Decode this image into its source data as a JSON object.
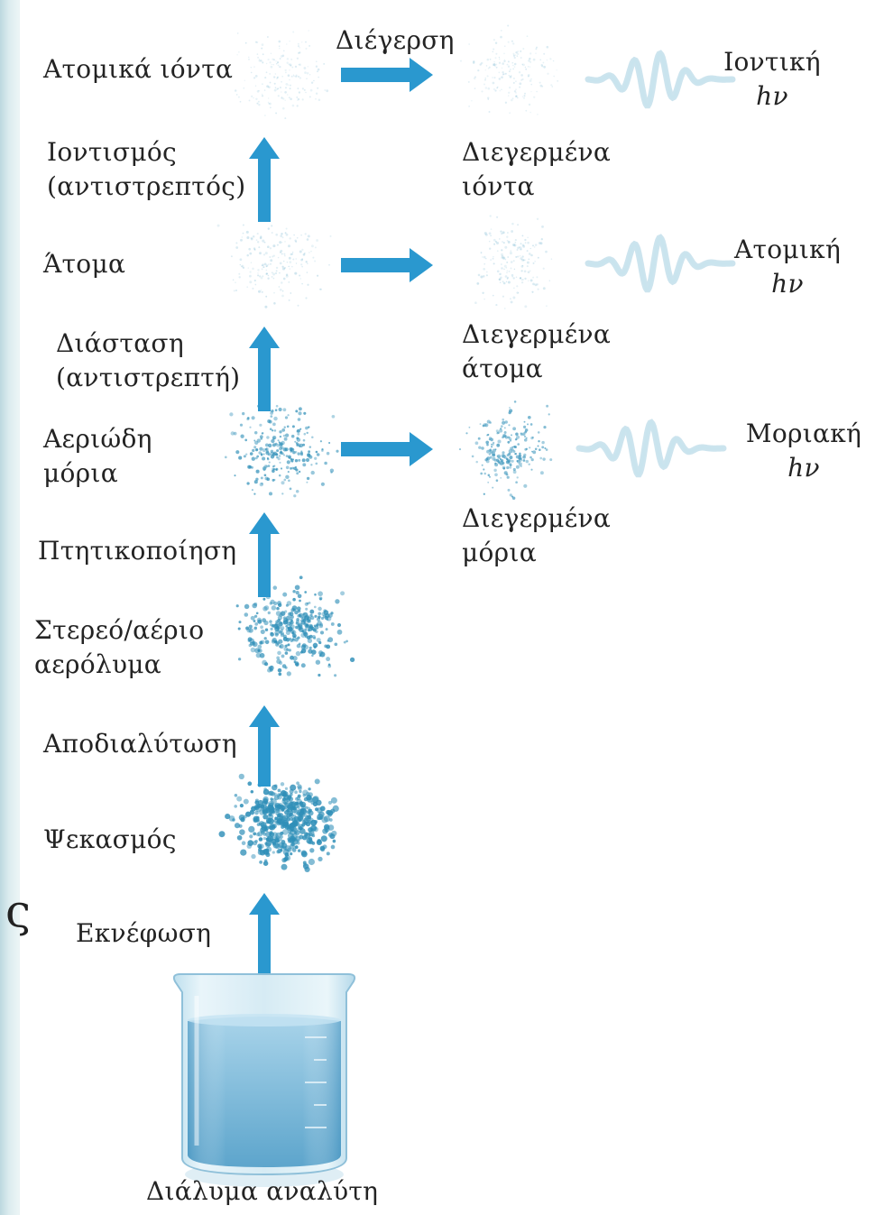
{
  "diagram": {
    "left_column": {
      "atomic_ions": "Ατομικά ιόντα",
      "ionization_line1": "Ιοντισμός",
      "ionization_line2": "(αντιστρεπτός)",
      "atoms": "Άτομα",
      "dissociation_line1": "Διάσταση",
      "dissociation_line2": "(αντιστρεπτή)",
      "gaseous_molecules_line1": "Αεριώδη",
      "gaseous_molecules_line2": "μόρια",
      "volatilization": "Πτητικοποίηση",
      "aerosol_line1": "Στερεό/αέριο",
      "aerosol_line2": "αερόλυμα",
      "desolvation": "Αποδιαλύτωση",
      "spray": "Ψεκασμός",
      "nebulization": "Εκνέφωση",
      "analyte_solution": "Διάλυμα αναλύτη"
    },
    "excitation_label": "Διέγερση",
    "middle_column": {
      "excited_ions_line1": "Διεγερμένα",
      "excited_ions_line2": "ιόντα",
      "excited_atoms_line1": "Διεγερμένα",
      "excited_atoms_line2": "άτομα",
      "excited_molecules_line1": "Διεγερμένα",
      "excited_molecules_line2": "μόρια"
    },
    "emission_column": {
      "ionic": "Ιοντική",
      "atomic": "Ατομική",
      "molecular": "Μοριακή",
      "hv": "hν"
    },
    "colors": {
      "arrow": "#2a98cf",
      "particle": "#2f8fb8",
      "wave": "#9cc9dd",
      "solution": "#7db9d8"
    }
  }
}
